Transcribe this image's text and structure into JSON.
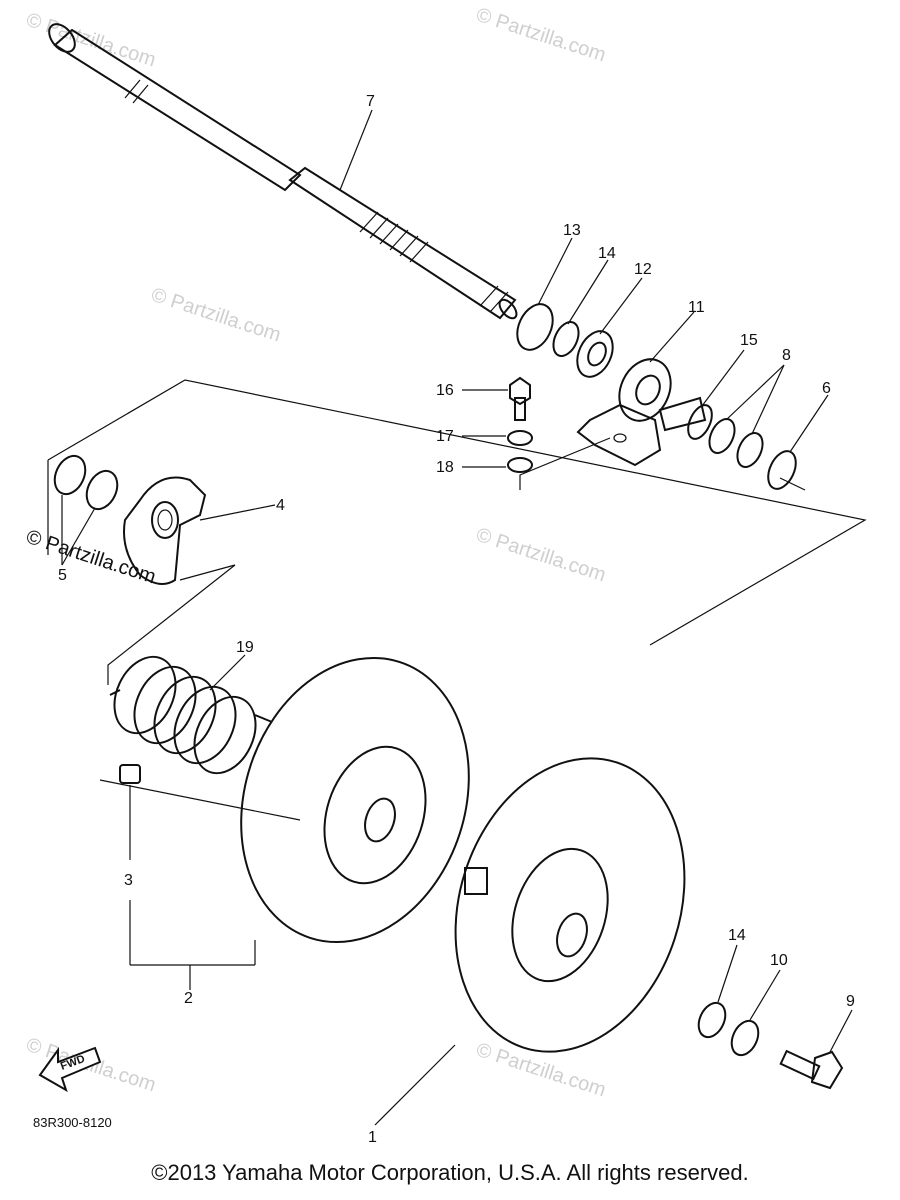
{
  "watermarks": [
    {
      "text": "© Partzilla.com"
    },
    {
      "text": "© Partzilla.com"
    },
    {
      "text": "© Partzilla.com"
    },
    {
      "text": "© Partzilla.com"
    },
    {
      "text": "© Partzilla.com"
    },
    {
      "text": "© Partzilla.com"
    },
    {
      "text": "© Partzilla.com"
    }
  ],
  "callouts": [
    {
      "id": "c1",
      "label": "1"
    },
    {
      "id": "c2",
      "label": "2"
    },
    {
      "id": "c3",
      "label": "3"
    },
    {
      "id": "c4",
      "label": "4"
    },
    {
      "id": "c5",
      "label": "5"
    },
    {
      "id": "c6",
      "label": "6"
    },
    {
      "id": "c7",
      "label": "7"
    },
    {
      "id": "c8",
      "label": "8"
    },
    {
      "id": "c9",
      "label": "9"
    },
    {
      "id": "c10",
      "label": "10"
    },
    {
      "id": "c11",
      "label": "11"
    },
    {
      "id": "c12",
      "label": "12"
    },
    {
      "id": "c13",
      "label": "13"
    },
    {
      "id": "c14a",
      "label": "14"
    },
    {
      "id": "c14b",
      "label": "14"
    },
    {
      "id": "c15",
      "label": "15"
    },
    {
      "id": "c16",
      "label": "16"
    },
    {
      "id": "c17",
      "label": "17"
    },
    {
      "id": "c18",
      "label": "18"
    },
    {
      "id": "c19",
      "label": "19"
    }
  ],
  "fwd_label": "FWD",
  "diagram_code": "83R300-8120",
  "copyright": "©2013 Yamaha Motor Corporation, U.S.A. All rights reserved."
}
